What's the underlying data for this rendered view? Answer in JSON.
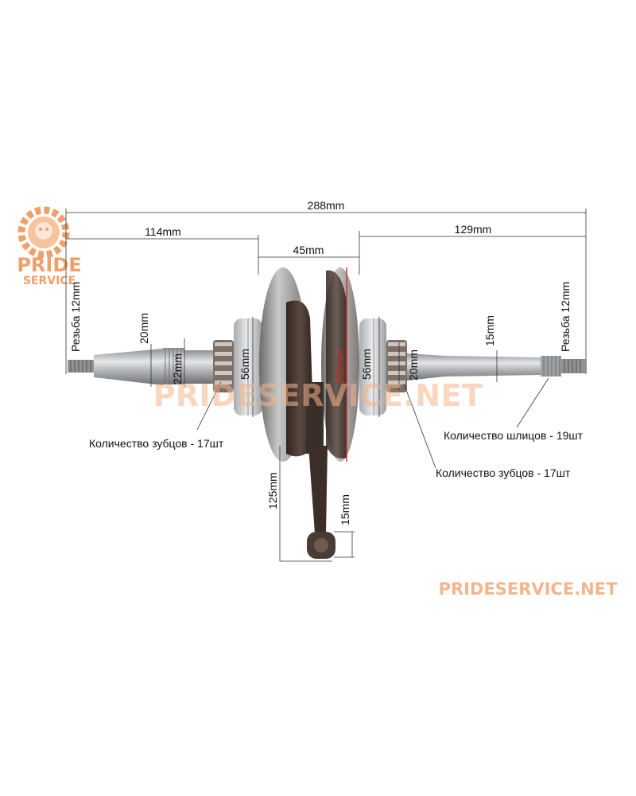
{
  "logo": {
    "line1": "PRIDE",
    "line2": "SERVICE",
    "color": "#f0a06a"
  },
  "watermark_center": "PRIDESERVICE.NET",
  "watermark_bottom": "PRIDESERVICE.NET",
  "dimensions": {
    "overall_length": "288mm",
    "left_shaft_length": "114mm",
    "right_shaft_length": "129mm",
    "flywheel_width": "45mm",
    "left_thread": "Резьба 12mm",
    "right_thread": "Резьба 12mm",
    "left_shaft_dia": "20mm",
    "left_sprocket_dia": "22mm",
    "left_bearing_dia": "56mm",
    "flywheel_dia": "102mm",
    "right_bearing_dia": "56mm",
    "right_sprocket_dia": "20mm",
    "right_shaft_dia": "15mm",
    "rod_length": "125mm",
    "pin_dia": "15mm"
  },
  "notes": {
    "left_teeth": "Количество зубцов - 17шт",
    "right_teeth": "Количество зубцов - 17шт",
    "splines": "Количество шлицов - 19шт"
  },
  "colors": {
    "steel": "#b9bcbf",
    "dark_steel": "#4a3b33",
    "accent_red": "#e02020",
    "watermark": "#f4b58e"
  }
}
